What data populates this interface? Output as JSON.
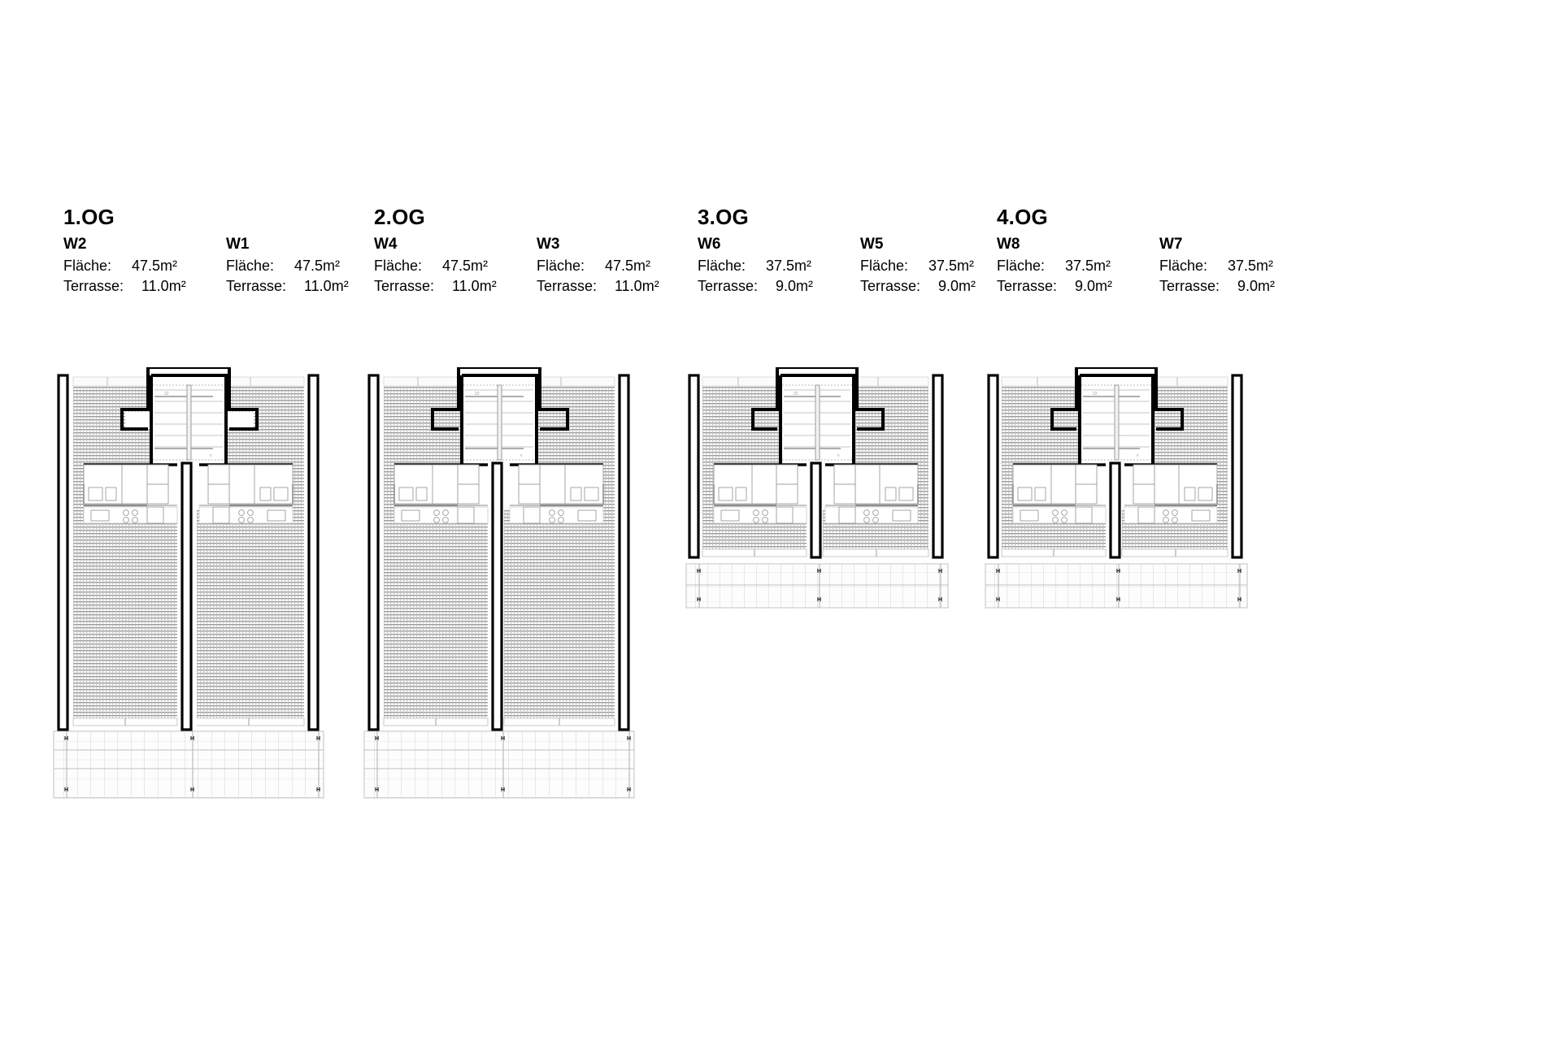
{
  "drawing": {
    "kind": "architectural-floor-plans",
    "sheet_background": "#ffffff",
    "line_color": "#000000",
    "hatch_color": "#8d8d8d",
    "grid_color": "#b8b8b8",
    "terrace_marker_label": "H"
  },
  "floors": [
    {
      "title": "1.OG",
      "plan_variant": "lower",
      "units": [
        {
          "code": "W2",
          "area_label": "Fläche:",
          "area_value": "47.5m²",
          "terrace_label": "Terrasse:",
          "terrace_value": "11.0m²"
        },
        {
          "code": "W1",
          "area_label": "Fläche:",
          "area_value": "47.5m²",
          "terrace_label": "Terrasse:",
          "terrace_value": "11.0m²"
        }
      ]
    },
    {
      "title": "2.OG",
      "plan_variant": "lower",
      "units": [
        {
          "code": "W4",
          "area_label": "Fläche:",
          "area_value": "47.5m²",
          "terrace_label": "Terrasse:",
          "terrace_value": "11.0m²"
        },
        {
          "code": "W3",
          "area_label": "Fläche:",
          "area_value": "47.5m²",
          "terrace_label": "Terrasse:",
          "terrace_value": "11.0m²"
        }
      ]
    },
    {
      "title": "3.OG",
      "plan_variant": "upper",
      "units": [
        {
          "code": "W6",
          "area_label": "Fläche:",
          "area_value": "37.5m²",
          "terrace_label": "Terrasse:",
          "terrace_value": "9.0m²"
        },
        {
          "code": "W5",
          "area_label": "Fläche:",
          "area_value": "37.5m²",
          "terrace_label": "Terrasse:",
          "terrace_value": "9.0m²"
        }
      ]
    },
    {
      "title": "4.OG",
      "plan_variant": "upper",
      "units": [
        {
          "code": "W8",
          "area_label": "Fläche:",
          "area_value": "37.5m²",
          "terrace_label": "Terrasse:",
          "terrace_value": "9.0m²"
        },
        {
          "code": "W7",
          "area_label": "Fläche:",
          "area_value": "37.5m²",
          "terrace_label": "Terrasse:",
          "terrace_value": "9.0m²"
        }
      ]
    }
  ]
}
